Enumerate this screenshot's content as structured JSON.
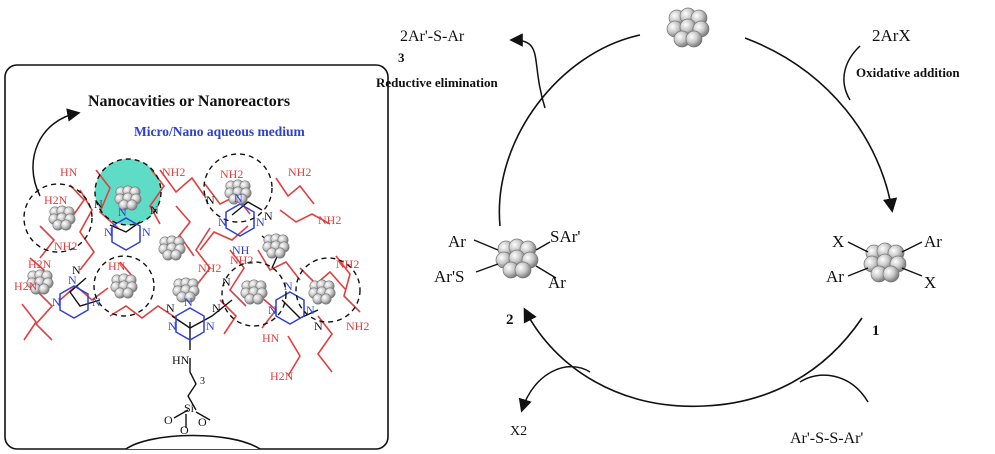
{
  "panel": {
    "title": "Nanocavities or Nanoreactors",
    "medium_label": "Micro/Nano aqueous medium",
    "amine_label": "NH",
    "amine_label_2": "NH2",
    "h2n_label": "H2N",
    "n_label": "N",
    "hn_label": "HN",
    "si_label": "Si",
    "o_label": "O",
    "three_label": "3"
  },
  "cycle": {
    "step3_number": "3",
    "step3_name": "Reductive elimination",
    "product": "2Ar'-S-Ar",
    "reagent": "2ArX",
    "step1_name": "Oxidative addition",
    "int1_number": "1",
    "int2_number": "2",
    "x2": "X2",
    "disulfide": "Ar'-S-S-Ar'",
    "int1_labels": [
      "X",
      "Ar",
      "Ar",
      "X"
    ],
    "int2_labels": [
      "Ar",
      "SAr'",
      "Ar'S",
      "Ar"
    ]
  },
  "colors": {
    "amine_red": "#e0403f",
    "triazine_blue": "#2e3fd6",
    "highlight_cyan": "#5fdcc6",
    "nanoparticle_gray": "#bfbfbf"
  }
}
